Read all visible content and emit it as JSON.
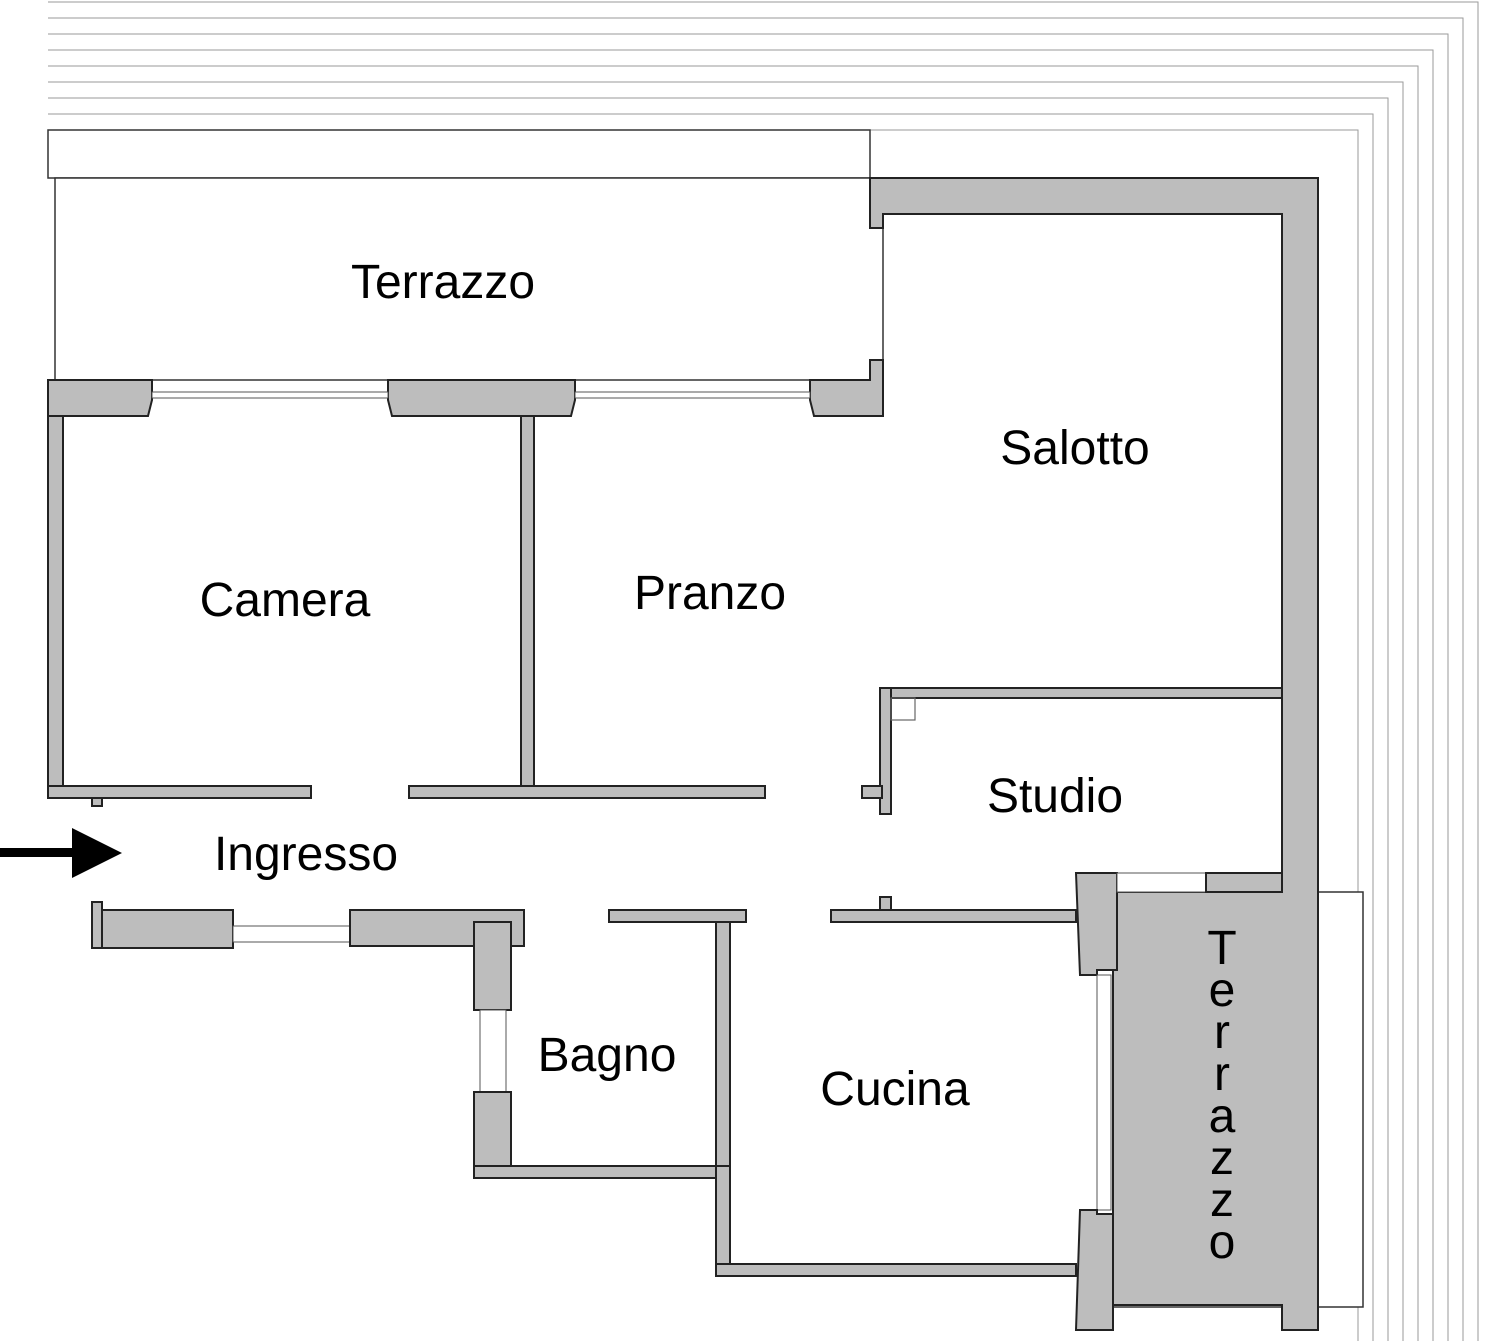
{
  "rooms": {
    "terrazzo_top": "Terrazzo",
    "salotto": "Salotto",
    "camera": "Camera",
    "pranzo": "Pranzo",
    "studio": "Studio",
    "ingresso": "Ingresso",
    "bagno": "Bagno",
    "cucina": "Cucina",
    "terrazzo_side": "Terrazzo"
  },
  "icons": {
    "entrance": "arrow-right-icon"
  },
  "colors": {
    "wall": "#bdbdbd",
    "line": "#222222",
    "background": "#ffffff"
  }
}
